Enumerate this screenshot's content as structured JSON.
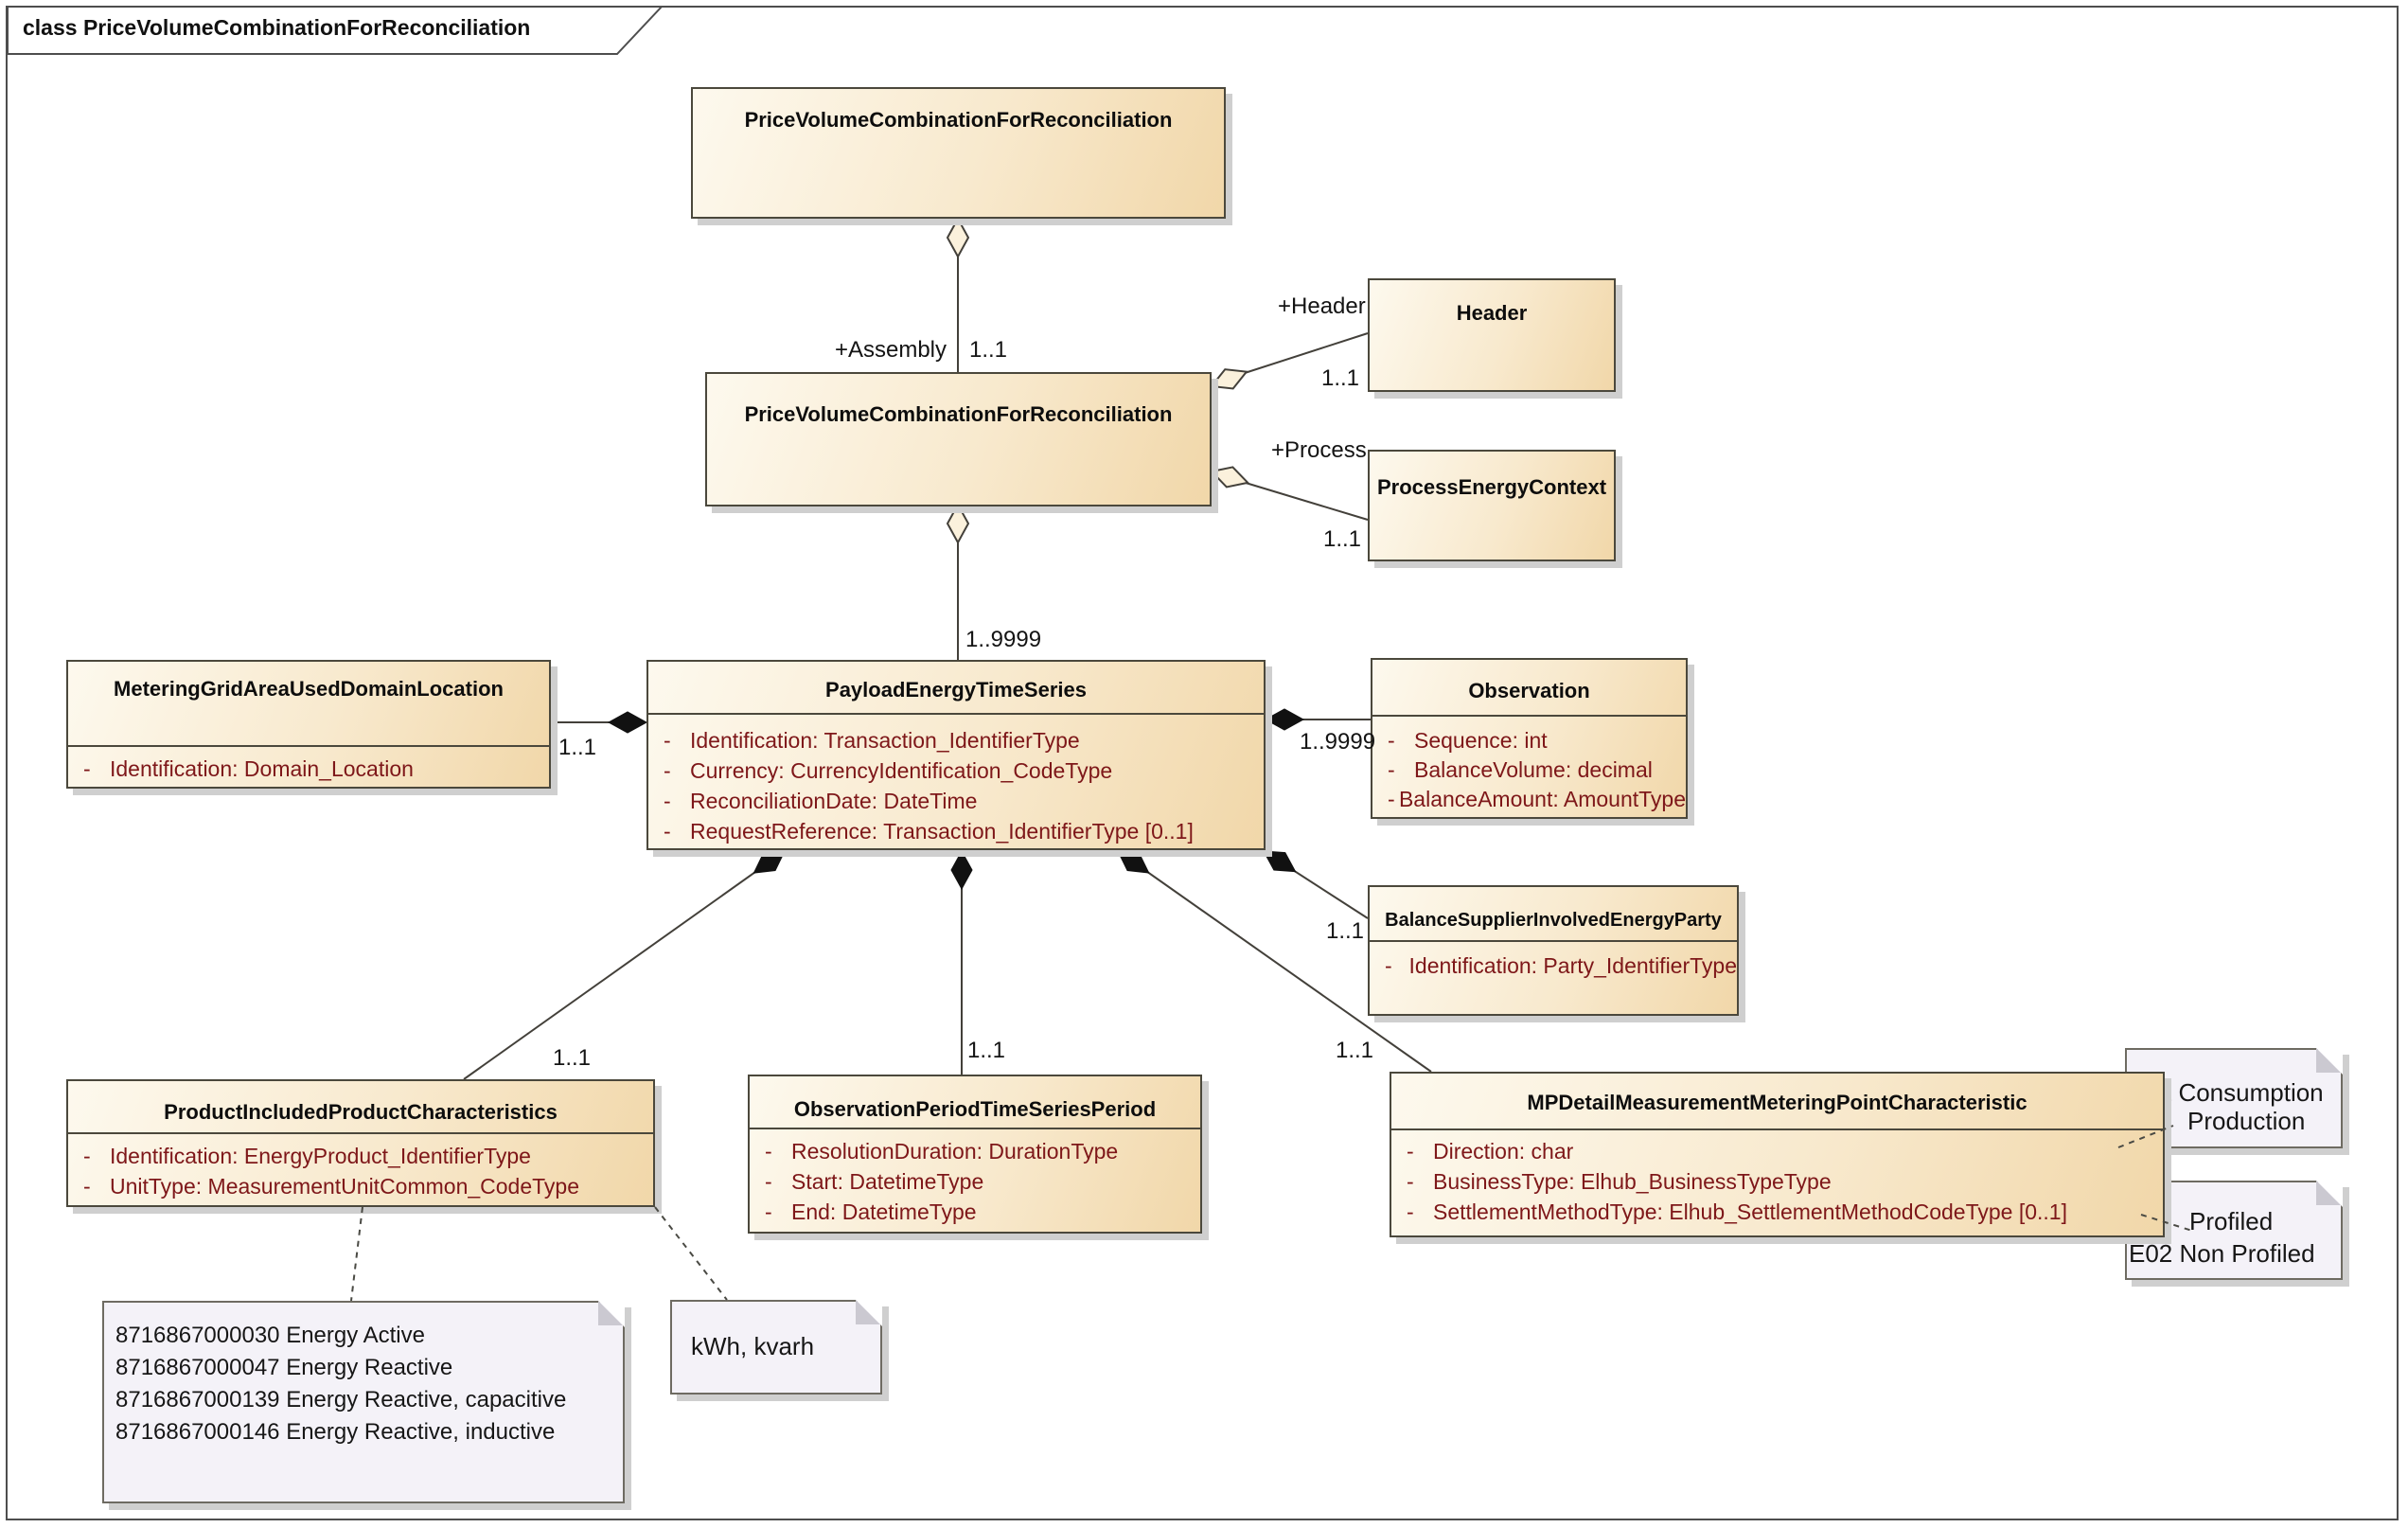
{
  "diagram": {
    "title": "class PriceVolumeCombinationForReconciliation"
  },
  "ui": {
    "marker": "-"
  },
  "classes": {
    "top": {
      "name": "PriceVolumeCombinationForReconciliation"
    },
    "mid": {
      "name": "PriceVolumeCombinationForReconciliation"
    },
    "header": {
      "name": "Header"
    },
    "process": {
      "name": "ProcessEnergyContext"
    },
    "payload": {
      "name": "PayloadEnergyTimeSeries",
      "attrs": [
        "Identification: Transaction_IdentifierType",
        "Currency: CurrencyIdentification_CodeType",
        "ReconciliationDate: DateTime",
        "RequestReference: Transaction_IdentifierType [0..1]"
      ]
    },
    "metering": {
      "name": "MeteringGridAreaUsedDomainLocation",
      "attrs": [
        "Identification: Domain_Location"
      ]
    },
    "observation": {
      "name": "Observation",
      "attrs": [
        "Sequence: int",
        "BalanceVolume: decimal",
        "BalanceAmount: AmountType"
      ]
    },
    "balance": {
      "name": "BalanceSupplierInvolvedEnergyParty",
      "attrs": [
        "Identification: Party_IdentifierType"
      ]
    },
    "product": {
      "name": "ProductIncludedProductCharacteristics",
      "attrs": [
        "Identification: EnergyProduct_IdentifierType",
        "UnitType: MeasurementUnitCommon_CodeType"
      ]
    },
    "obsperiod": {
      "name": "ObservationPeriodTimeSeriesPeriod",
      "attrs": [
        "ResolutionDuration: DurationType",
        "Start: DatetimeType",
        "End: DatetimeType"
      ]
    },
    "mpdetail": {
      "name": "MPDetailMeasurementMeteringPointCharacteristic",
      "attrs": [
        "Direction: char",
        "BusinessType: Elhub_BusinessTypeType",
        "SettlementMethodType: Elhub_SettlementMethodCodeType [0..1]"
      ]
    }
  },
  "labels": {
    "assembly_role": "+Assembly",
    "assembly_mult": "1..1",
    "header_role": "+Header",
    "header_mult": "1..1",
    "process_role": "+Process",
    "process_mult": "1..1",
    "payload_mult": "1..9999",
    "metering_mult": "1..1",
    "observation_mult": "1..9999",
    "balance_mult": "1..1",
    "product_mult": "1..1",
    "obsperiod_mult": "1..1",
    "mpdetail_mult": "1..1"
  },
  "notes": {
    "codes": {
      "lines": [
        "8716867000030  Energy Active",
        "8716867000047  Energy Reactive",
        "8716867000139  Energy Reactive, capacitive",
        "8716867000146  Energy Reactive, inductive"
      ]
    },
    "units": {
      "text": "kWh, kvarh"
    },
    "direction": {
      "lines": [
        "t Consumption",
        "Production"
      ]
    },
    "settlement": {
      "lines": [
        "Profiled",
        "E02 Non Profiled"
      ]
    }
  },
  "colors": {
    "class_fill_light": "#fdf9ee",
    "class_fill_dark": "#f1d7a9",
    "class_border": "#4b483c",
    "attribute_text": "#7e1719",
    "note_fill": "#f4f2f8",
    "note_border": "#6e6b62",
    "connector": "#43403a",
    "shadow": "#cfcfcf"
  }
}
